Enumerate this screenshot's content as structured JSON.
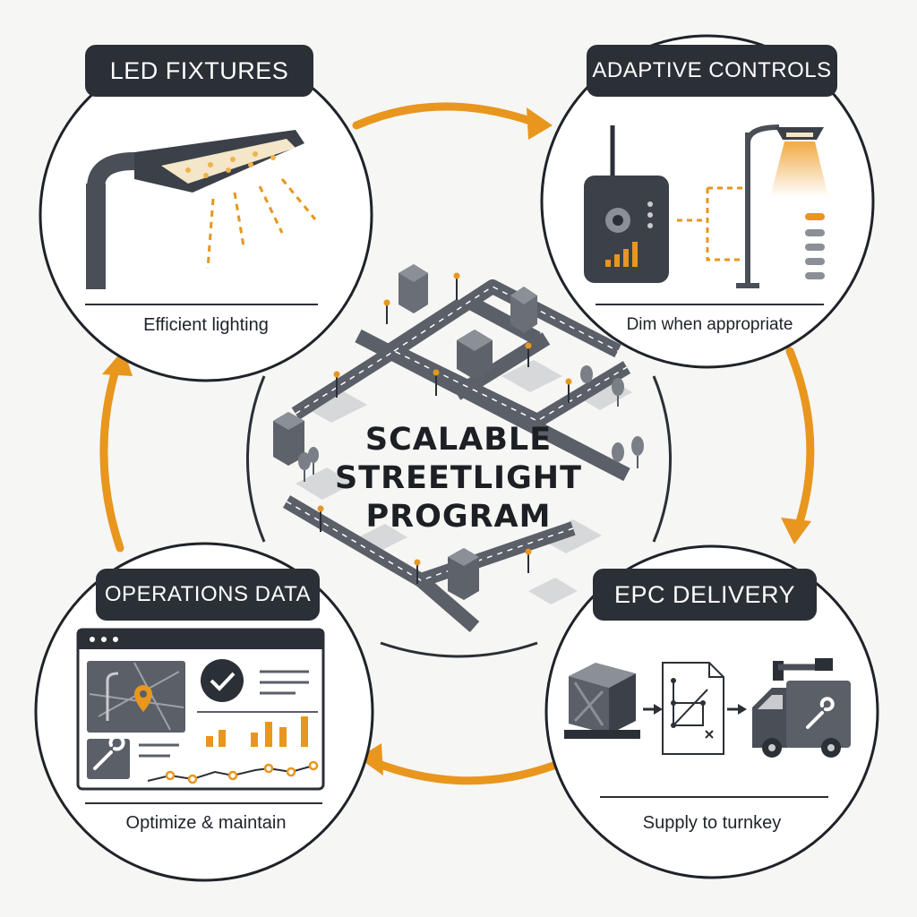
{
  "center": {
    "title_line1": "SCALABLE",
    "title_line2": "STREETLIGHT",
    "title_line3": "PROGRAM"
  },
  "nodes": {
    "led": {
      "title": "LED FIXTURES",
      "caption": "Efficient lighting",
      "icon": "street-light-fixture-icon"
    },
    "controls": {
      "title": "ADAPTIVE CONTROLS",
      "caption": "Dim when appropriate",
      "icon": "controller-device-icon"
    },
    "operations": {
      "title": "OPERATIONS DATA",
      "caption": "Optimize & maintain",
      "icon": "dashboard-icon"
    },
    "epc": {
      "title": "EPC DELIVERY",
      "caption": "Supply to turnkey",
      "icon": "delivery-truck-icon"
    }
  },
  "colors": {
    "accent": "#e8961e",
    "dark": "#2b2f36",
    "gray": "#5a5f68",
    "light_gray": "#c9cbce",
    "background": "#f6f6f4"
  }
}
